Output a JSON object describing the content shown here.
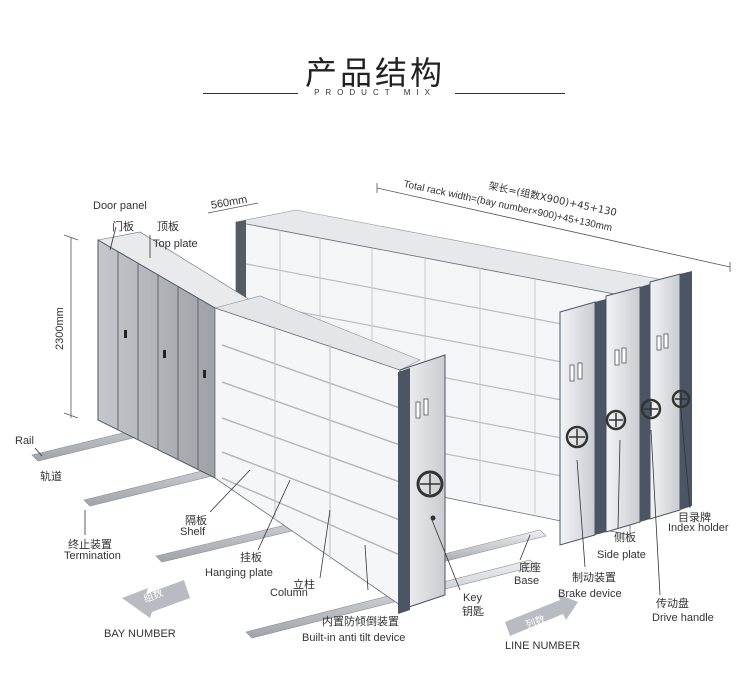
{
  "header": {
    "title": "产品结构",
    "subtitle": "PRODUCT MIX"
  },
  "labels": {
    "door_panel_en": "Door panel",
    "door_panel_zh": "门板",
    "top_plate_zh": "顶板",
    "top_plate_en": "Top plate",
    "depth": "560mm",
    "height": "2300mm",
    "width_zh": "架长=(组数X900)+45+130",
    "width_en": "Total rack width=(bay number×900)+45+130mm",
    "rail_en": "Rail",
    "rail_zh": "轨道",
    "termination_zh": "终止装置",
    "termination_en": "Termination",
    "shelf_zh": "隔板",
    "shelf_en": "Shelf",
    "hanging_zh": "挂板",
    "hanging_en": "Hanging plate",
    "column_zh": "立柱",
    "column_en": "Column",
    "antitilt_zh": "内置防倾倒装置",
    "antitilt_en": "Built-in anti tilt device",
    "key_en": "Key",
    "key_zh": "钥匙",
    "base_zh": "底座",
    "base_en": "Base",
    "brake_zh": "制动装置",
    "brake_en": "Brake device",
    "side_zh": "侧板",
    "side_en": "Side plate",
    "index_zh": "目录牌",
    "index_en": "Index holder",
    "handle_zh": "传动盘",
    "handle_en": "Drive handle",
    "bay_arrow_zh": "组数",
    "bay_number": "BAY NUMBER",
    "line_arrow_zh": "列数",
    "line_number": "LINE NUMBER"
  },
  "colors": {
    "frame": "#4b5563",
    "shelf_light": "#eef0f2",
    "shelf_mid": "#d6d9dd",
    "door": "#a9acb0",
    "rail": "#c7cbd0",
    "arrow": "#b8bcc2"
  }
}
